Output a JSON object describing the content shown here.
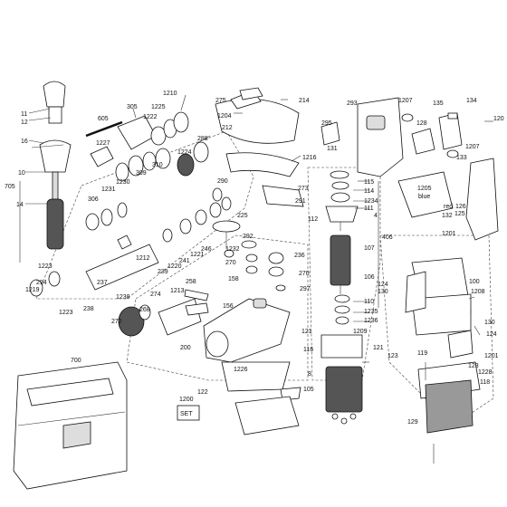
{
  "labels": {
    "l11": "11",
    "l12": "12",
    "l16": "16",
    "l10": "10",
    "l705": "705",
    "l14": "14",
    "l605": "605",
    "l305": "305",
    "l1222": "1222",
    "l1225": "1225",
    "l1210": "1210",
    "l1227": "1227",
    "l288": "288",
    "l1224": "1224",
    "l309": "309",
    "l310": "310",
    "l1230": "1230",
    "l1231": "1231",
    "l306": "306",
    "l290": "290",
    "l1212": "1212",
    "l1220": "1220",
    "l1221": "1221",
    "l246": "246",
    "l241": "241",
    "l239": "239",
    "l1223a": "1223",
    "l294": "294",
    "l1219": "1219",
    "l1223b": "1223",
    "l238": "238",
    "l237": "237",
    "l1238": "1238",
    "l274": "274",
    "l258": "258",
    "l1213": "1213",
    "l268": "268",
    "l272": "272",
    "l156": "156",
    "l200": "200",
    "l275": "275",
    "l214": "214",
    "l1204": "1204",
    "l212": "212",
    "l1216": "1216",
    "l273": "273",
    "l291": "291",
    "l225": "225",
    "l292": "292",
    "l1232": "1232",
    "l236": "236",
    "l270a": "270",
    "l270b": "270",
    "l158": "158",
    "l297": "297",
    "l1226": "1226",
    "l122": "122",
    "l8": "8",
    "l1200": "1200",
    "l700": "700",
    "l293": "293",
    "l295": "295",
    "l131": "131",
    "l1207a": "1207",
    "l134": "134",
    "l135": "135",
    "l120": "120",
    "l128": "128",
    "l133": "133",
    "l1207b": "1207",
    "l1205": "1205",
    "blue": "blue",
    "red": "red",
    "l132": "132",
    "l126": "126",
    "l125": "125",
    "l1201a": "1201",
    "l115": "115",
    "l114": "114",
    "l1234": "1234",
    "l111": "111",
    "l112": "112",
    "l406": "406",
    "l4": "4",
    "l107": "107",
    "l106": "106",
    "l110": "110",
    "l1235": "1235",
    "l1236": "1236",
    "l121a": "121",
    "l1209": "1209",
    "l116": "116",
    "l121b": "121",
    "l105": "105",
    "l100": "100",
    "l1208": "1208",
    "l124a": "124",
    "l130a": "130",
    "l130b": "130",
    "l124b": "124",
    "l1201b": "1201",
    "l123a": "123",
    "l119": "119",
    "l123b": "123",
    "l1228": "1228",
    "l118": "118",
    "l129": "129",
    "set": "SET"
  },
  "colors": {
    "line": "#333333",
    "part": "#ffffff",
    "dark": "#555555"
  }
}
